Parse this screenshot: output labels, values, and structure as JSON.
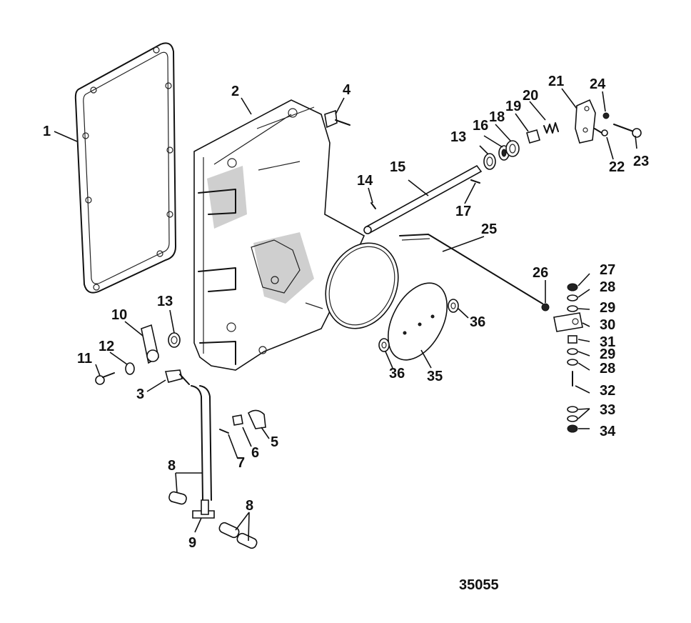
{
  "drawing_number": "35055",
  "callouts": [
    {
      "id": "c1",
      "label": "1"
    },
    {
      "id": "c2",
      "label": "2"
    },
    {
      "id": "c3",
      "label": "3"
    },
    {
      "id": "c4",
      "label": "4"
    },
    {
      "id": "c5",
      "label": "5"
    },
    {
      "id": "c6",
      "label": "6"
    },
    {
      "id": "c7",
      "label": "7"
    },
    {
      "id": "c8a",
      "label": "8"
    },
    {
      "id": "c8b",
      "label": "8"
    },
    {
      "id": "c9",
      "label": "9"
    },
    {
      "id": "c10",
      "label": "10"
    },
    {
      "id": "c11",
      "label": "11"
    },
    {
      "id": "c12",
      "label": "12"
    },
    {
      "id": "c13a",
      "label": "13"
    },
    {
      "id": "c13b",
      "label": "13"
    },
    {
      "id": "c14",
      "label": "14"
    },
    {
      "id": "c15",
      "label": "15"
    },
    {
      "id": "c16",
      "label": "16"
    },
    {
      "id": "c17",
      "label": "17"
    },
    {
      "id": "c18",
      "label": "18"
    },
    {
      "id": "c19",
      "label": "19"
    },
    {
      "id": "c20",
      "label": "20"
    },
    {
      "id": "c21",
      "label": "21"
    },
    {
      "id": "c22",
      "label": "22"
    },
    {
      "id": "c23",
      "label": "23"
    },
    {
      "id": "c24",
      "label": "24"
    },
    {
      "id": "c25",
      "label": "25"
    },
    {
      "id": "c26",
      "label": "26"
    },
    {
      "id": "c27",
      "label": "27"
    },
    {
      "id": "c28a",
      "label": "28"
    },
    {
      "id": "c28b",
      "label": "28"
    },
    {
      "id": "c29a",
      "label": "29"
    },
    {
      "id": "c29b",
      "label": "29"
    },
    {
      "id": "c30",
      "label": "30"
    },
    {
      "id": "c31",
      "label": "31"
    },
    {
      "id": "c32",
      "label": "32"
    },
    {
      "id": "c33",
      "label": "33"
    },
    {
      "id": "c34",
      "label": "34"
    },
    {
      "id": "c35",
      "label": "35"
    },
    {
      "id": "c36a",
      "label": "36"
    },
    {
      "id": "c36b",
      "label": "36"
    }
  ]
}
